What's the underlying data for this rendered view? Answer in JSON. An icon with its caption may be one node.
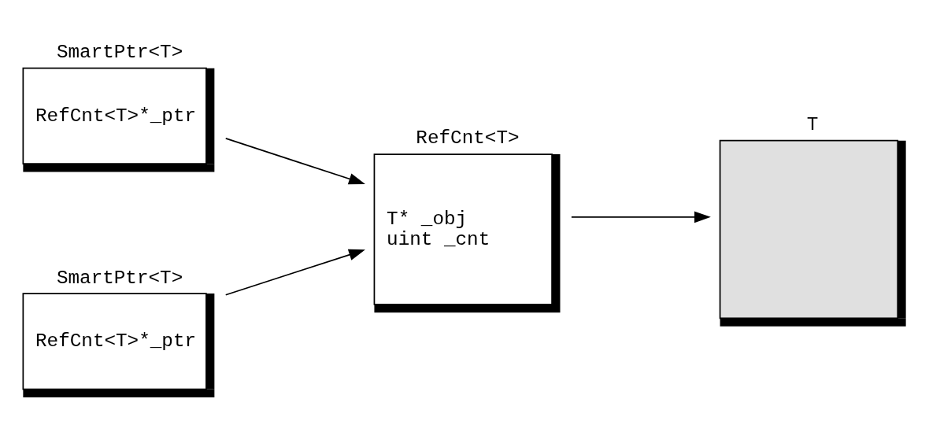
{
  "diagram": {
    "nodes": [
      {
        "text": [
          "SmartPtr<T>",
          "RefCnt<T>*_ptr"
        ]
      },
      {
        "text": [
          "RefCnt<T>",
          "T* _obj",
          "uint _cnt"
        ]
      },
      {
        "text": [
          "T"
        ]
      },
      {
        "text": [
          "SmartPtr<T>",
          "RefCnt<T>*_ptr"
        ]
      }
    ],
    "edges": [
      {
        "from": 0,
        "to": 1,
        "arrow": "to"
      },
      {
        "from": 1,
        "to": 2,
        "arrow": "to"
      },
      {
        "from": 3,
        "to": 1,
        "arrow": "to"
      }
    ]
  }
}
